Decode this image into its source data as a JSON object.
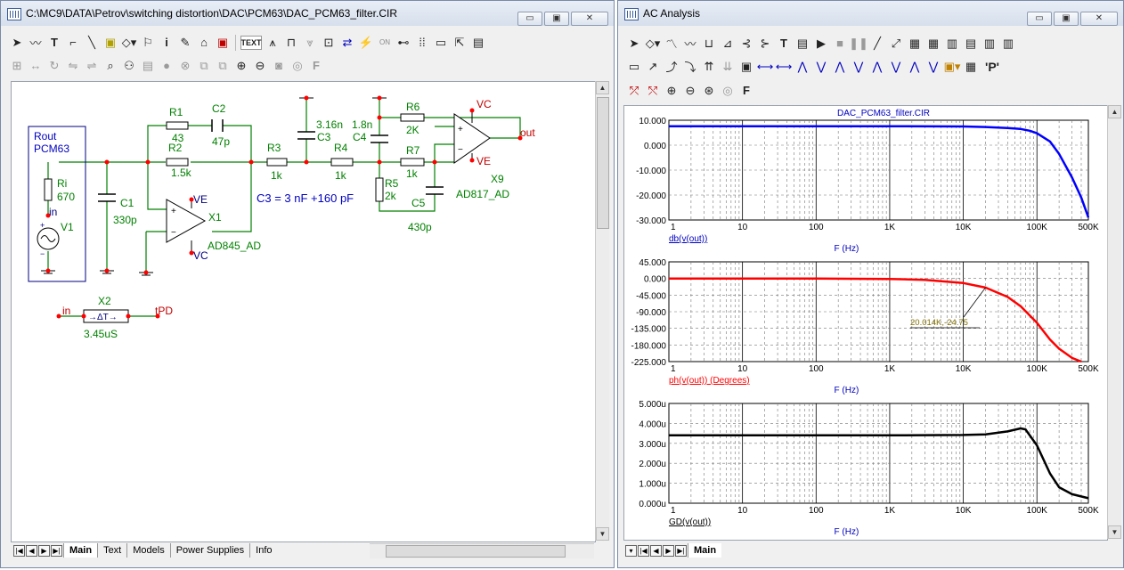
{
  "schematic_window": {
    "title": "C:\\MC9\\DATA\\Petrov\\switching distortion\\DAC\\PCM63\\DAC_PCM63_filter.CIR",
    "controls": {
      "minimize": "▭",
      "restore": "▣",
      "close": "✕"
    },
    "toolbar_row1": [
      "arrow-tool-icon",
      "wire-tool-icon",
      "text-tool-icon",
      "orthogonal-wire-icon",
      "diagonal-wire-icon",
      "component-icon",
      "shapes-icon",
      "flag-icon",
      "info-icon",
      "help-icon",
      "attribute-icon",
      "probe-icon"
    ],
    "toolbar_row1_right": [
      "text-toggle-icon",
      "node-numbers-icon",
      "pin-icon",
      "grid-icon",
      "voltage-icon",
      "current-icon",
      "power-icon",
      "on-icon",
      "pin-connect-icon",
      "grid-dots-icon",
      "rectangle-icon",
      "cursor-icon",
      "properties-icon"
    ],
    "toolbar_row2": [
      "align-icon",
      "flip-icon",
      "rotate-icon",
      "mirror-icon",
      "mirror2-icon",
      "find-icon",
      "binoculars-icon",
      "page-icon",
      "stop-icon",
      "cancel-icon",
      "copy-icon",
      "paste-icon",
      "zoom-in-icon",
      "zoom-out-icon",
      "camera-icon",
      "fingerprint-icon",
      "f-icon"
    ],
    "text_button": "TEXT",
    "on_label": "ON",
    "tabs": [
      "Main",
      "Text",
      "Models",
      "Power Supplies",
      "Info"
    ],
    "active_tab": "Main"
  },
  "schematic": {
    "rout_label": "Rout",
    "pcm_label": "PCM63",
    "ri": {
      "name": "Ri",
      "value": "670"
    },
    "in_node": "in",
    "v1": "V1",
    "c1": {
      "name": "C1",
      "value": "330p"
    },
    "r1": {
      "name": "R1",
      "value": "43"
    },
    "c2": {
      "name": "C2",
      "value": "47p"
    },
    "r2": {
      "name": "R2",
      "value": "1.5k"
    },
    "x1": {
      "name": "X1",
      "model": "AD845_AD",
      "ve": "VE",
      "vc": "VC"
    },
    "r3": {
      "name": "R3",
      "value": "1k"
    },
    "c3": {
      "name": "C3",
      "value": "3.16n"
    },
    "r4": {
      "name": "R4",
      "value": "1k"
    },
    "c4": {
      "name": "C4",
      "value": "1.8n"
    },
    "r6": {
      "name": "R6",
      "value": "2K"
    },
    "r7": {
      "name": "R7",
      "value": "1k"
    },
    "r5": {
      "name": "R5",
      "value": "2k"
    },
    "c5": {
      "name": "C5",
      "value": "430p"
    },
    "x9": {
      "name": "X9",
      "model": "AD817_AD",
      "ve": "VE",
      "vc": "VC"
    },
    "out_node": "out",
    "note": "C3 = 3 nF +160 pF",
    "x2": {
      "name": "X2",
      "value": "3.45uS",
      "symbol": "→ΔT→",
      "in": "in",
      "out": "tPD"
    }
  },
  "analysis_window": {
    "title": "AC Analysis",
    "controls": {
      "minimize": "▭",
      "restore": "▣",
      "close": "✕"
    },
    "circuit_name": "DAC_PCM63_filter.CIR",
    "tabs": [
      "Main"
    ],
    "active_tab": "Main",
    "toolbar_row3": [
      "bode-cursor-icon",
      "bode-cursor2-icon",
      "zoom-in-icon",
      "zoom-out-icon",
      "zoom-fit-icon",
      "fingerprint-icon",
      "f-icon"
    ],
    "p_label": "'P'"
  },
  "colors": {
    "wire": "#008000",
    "component": "#000080",
    "node": "#ff0000",
    "supply": "#c00000",
    "trace_db": "#0000ff",
    "trace_phase": "#ff0000",
    "trace_gd": "#000000",
    "axis_label": "#0000c0"
  },
  "chart_data": [
    {
      "type": "line",
      "x_scale": "log",
      "xlabel": "F (Hz)",
      "ylabel": "db(v(out))",
      "x_ticks": [
        "1",
        "10",
        "100",
        "1K",
        "10K",
        "100K",
        "500K"
      ],
      "y_ticks": [
        "10.000",
        "0.000",
        "-10.000",
        "-20.000",
        "-30.000"
      ],
      "xlim": [
        1,
        500000
      ],
      "ylim": [
        -30,
        10
      ],
      "grid": true,
      "series": [
        {
          "name": "db(v(out))",
          "x": [
            1,
            10,
            100,
            1000,
            10000,
            20000,
            40000,
            60000,
            80000,
            100000,
            150000,
            200000,
            300000,
            400000,
            500000
          ],
          "y": [
            7.6,
            7.6,
            7.6,
            7.6,
            7.5,
            7.3,
            6.9,
            6.5,
            5.8,
            4.8,
            1.5,
            -3.5,
            -13,
            -21,
            -29
          ]
        }
      ]
    },
    {
      "type": "line",
      "x_scale": "log",
      "xlabel": "F (Hz)",
      "ylabel": "ph(v(out)) (Degrees)",
      "x_ticks": [
        "1",
        "10",
        "100",
        "1K",
        "10K",
        "100K",
        "500K"
      ],
      "y_ticks": [
        "45.000",
        "0.000",
        "-45.000",
        "-90.000",
        "-135.000",
        "-180.000",
        "-225.000"
      ],
      "xlim": [
        1,
        500000
      ],
      "ylim": [
        -225,
        45
      ],
      "grid": true,
      "annotation": "20.014K,-24.75",
      "series": [
        {
          "name": "ph(v(out))",
          "x": [
            1,
            100,
            1000,
            3000,
            10000,
            20014,
            40000,
            60000,
            100000,
            150000,
            200000,
            300000,
            400000
          ],
          "y": [
            0,
            0,
            -1.2,
            -3.7,
            -12.4,
            -24.75,
            -50,
            -75,
            -120,
            -165,
            -190,
            -215,
            -225
          ]
        }
      ]
    },
    {
      "type": "line",
      "x_scale": "log",
      "xlabel": "F (Hz)",
      "ylabel": "GD(v(out))",
      "x_ticks": [
        "1",
        "10",
        "100",
        "1K",
        "10K",
        "100K",
        "500K"
      ],
      "y_ticks": [
        "5.000u",
        "4.000u",
        "3.000u",
        "2.000u",
        "1.000u",
        "0.000u"
      ],
      "xlim": [
        1,
        500000
      ],
      "ylim": [
        0,
        5
      ],
      "grid": true,
      "series": [
        {
          "name": "GD(v(out))",
          "x": [
            1,
            1000,
            10000,
            20000,
            40000,
            60000,
            70000,
            100000,
            150000,
            200000,
            300000,
            500000
          ],
          "y": [
            3.4,
            3.4,
            3.42,
            3.45,
            3.6,
            3.75,
            3.7,
            2.9,
            1.5,
            0.8,
            0.45,
            0.25
          ]
        }
      ]
    }
  ]
}
